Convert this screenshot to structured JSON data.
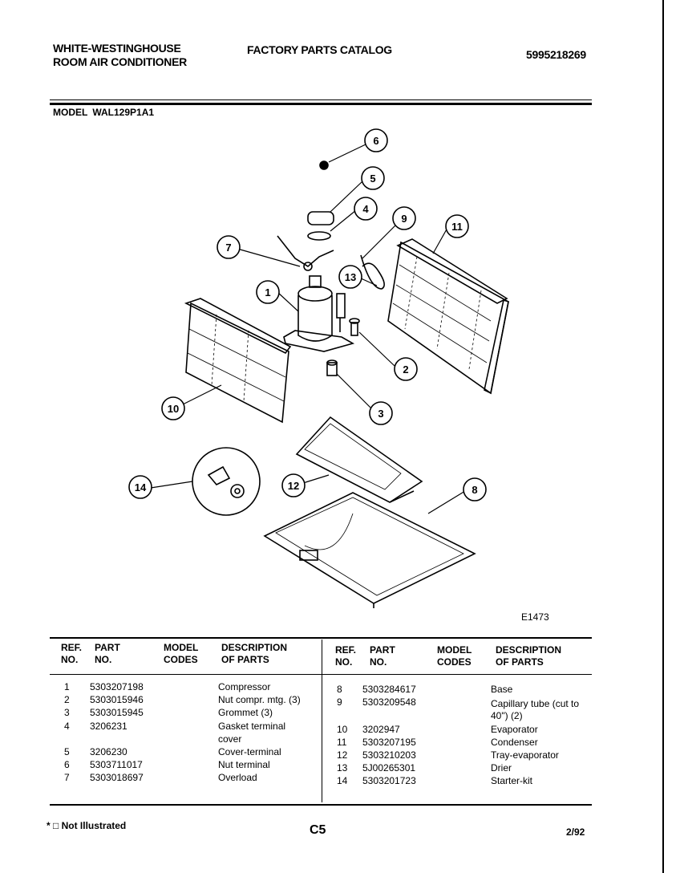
{
  "header": {
    "brand_line1": "WHITE-WESTINGHOUSE",
    "brand_line2": "ROOM AIR CONDITIONER",
    "catalog_title": "FACTORY PARTS CATALOG",
    "catalog_number": "5995218269"
  },
  "model": {
    "label": "MODEL",
    "number": "WAL129P1A1"
  },
  "diagram": {
    "code": "E1473",
    "callouts": [
      "1",
      "2",
      "3",
      "4",
      "5",
      "6",
      "7",
      "8",
      "9",
      "10",
      "11",
      "12",
      "13",
      "14"
    ]
  },
  "table": {
    "headers": {
      "ref": [
        "REF.",
        "NO."
      ],
      "part": [
        "PART",
        "NO."
      ],
      "model": [
        "MODEL",
        "CODES"
      ],
      "desc": [
        "DESCRIPTION",
        "OF PARTS"
      ]
    },
    "left_rows": [
      {
        "ref": "1",
        "part": "5303207198",
        "desc": [
          "Compressor"
        ]
      },
      {
        "ref": "2",
        "part": "5303015946",
        "desc": [
          "Nut compr. mtg. (3)"
        ]
      },
      {
        "ref": "3",
        "part": "5303015945",
        "desc": [
          "Grommet (3)"
        ]
      },
      {
        "ref": "4",
        "part": "3206231",
        "desc": [
          "Gasket terminal",
          "cover"
        ]
      },
      {
        "ref": "5",
        "part": "3206230",
        "desc": [
          "Cover-terminal"
        ]
      },
      {
        "ref": "6",
        "part": "5303711017",
        "desc": [
          "Nut terminal"
        ]
      },
      {
        "ref": "7",
        "part": "5303018697",
        "desc": [
          "Overload"
        ]
      }
    ],
    "right_rows": [
      {
        "ref": "8",
        "part": "5303284617",
        "desc": [
          "Base"
        ]
      },
      {
        "ref": "9",
        "part": "5303209548",
        "desc": [
          "Capillary tube (cut to",
          "40\") (2)"
        ]
      },
      {
        "ref": "10",
        "part": "3202947",
        "desc": [
          "Evaporator"
        ]
      },
      {
        "ref": "11",
        "part": "5303207195",
        "desc": [
          "Condenser"
        ]
      },
      {
        "ref": "12",
        "part": "5303210203",
        "desc": [
          "Tray-evaporator"
        ]
      },
      {
        "ref": "13",
        "part": "5J00265301",
        "desc": [
          "Drier"
        ]
      },
      {
        "ref": "14",
        "part": "5303201723",
        "desc": [
          "Starter-kit"
        ]
      }
    ]
  },
  "footer": {
    "footnote": "* □ Not Illustrated",
    "page": "C5",
    "date": "2/92"
  }
}
